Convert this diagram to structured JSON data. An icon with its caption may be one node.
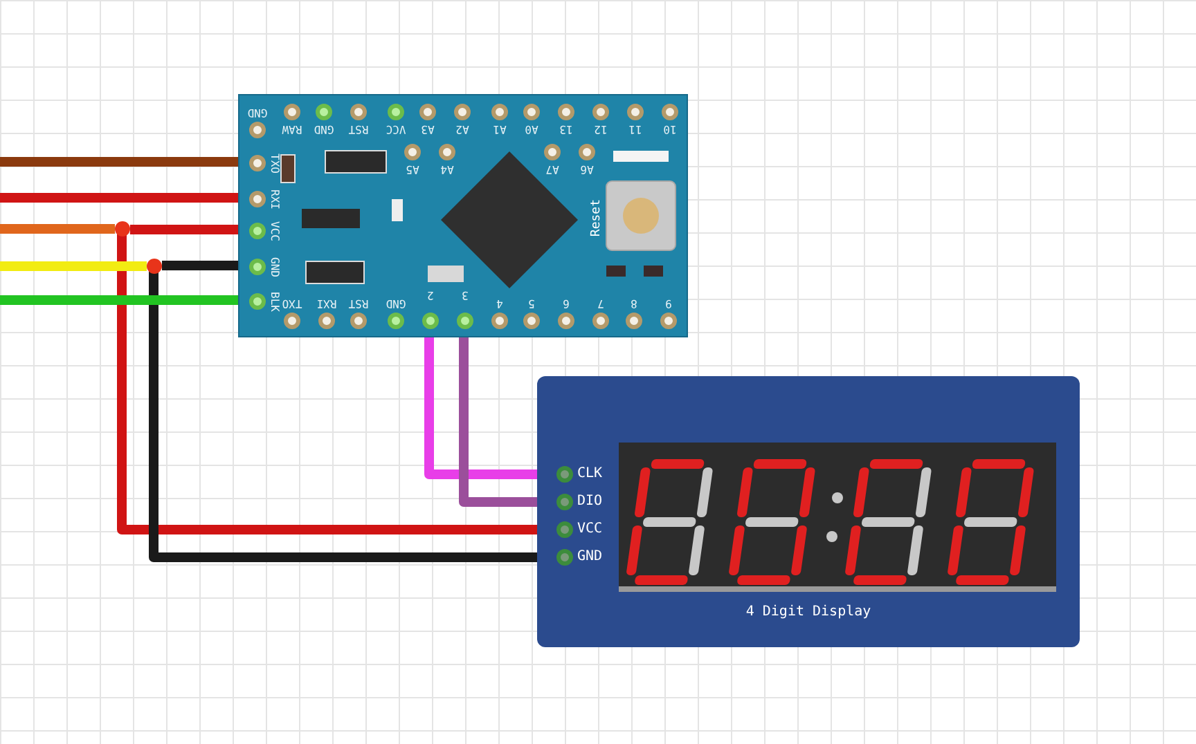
{
  "diagram": {
    "nodes": [
      {
        "text": [],
        "shape": "picture"
      },
      {
        "text": [
          "TXO"
        ],
        "in": 0
      },
      {
        "text": [
          "RXI"
        ],
        "in": 0
      },
      {
        "text": [
          "VCC"
        ],
        "in": 0
      },
      {
        "text": [
          "GND"
        ],
        "in": 0
      },
      {
        "text": [
          "BLK"
        ],
        "in": 0
      },
      {
        "text": [
          "2"
        ],
        "in": 0
      },
      {
        "text": [
          "3"
        ],
        "in": 0
      },
      {
        "text": [
          "4 Digit Display"
        ]
      },
      {
        "text": [
          "CLK"
        ],
        "in": 8
      },
      {
        "text": [
          "DIO"
        ],
        "in": 8
      },
      {
        "text": [
          "VCC"
        ],
        "in": 8
      },
      {
        "text": [
          "GND"
        ],
        "in": 8
      },
      {
        "text": [],
        "shape": "circle"
      },
      {
        "text": [],
        "shape": "circle"
      },
      {
        "text": [
          "GND"
        ],
        "in": 0
      },
      {
        "text": [
          "RAW"
        ],
        "in": 0
      },
      {
        "text": [
          "GND"
        ],
        "in": 0
      },
      {
        "text": [
          "RST"
        ],
        "in": 0
      },
      {
        "text": [
          "VCC"
        ],
        "in": 0
      },
      {
        "text": [
          "A3"
        ],
        "in": 0
      },
      {
        "text": [
          "A2"
        ],
        "in": 0
      },
      {
        "text": [
          "A1"
        ],
        "in": 0
      },
      {
        "text": [
          "A0"
        ],
        "in": 0
      },
      {
        "text": [
          "13"
        ],
        "in": 0
      },
      {
        "text": [
          "12"
        ],
        "in": 0
      },
      {
        "text": [
          "11"
        ],
        "in": 0
      },
      {
        "text": [
          "10"
        ],
        "in": 0
      },
      {
        "text": [
          "A5"
        ],
        "in": 0
      },
      {
        "text": [
          "A4"
        ],
        "in": 0
      },
      {
        "text": [
          "A7"
        ],
        "in": 0
      },
      {
        "text": [
          "A6"
        ],
        "in": 0
      },
      {
        "text": [
          "TXO"
        ],
        "in": 0
      },
      {
        "text": [
          "RXI"
        ],
        "in": 0
      },
      {
        "text": [
          "RST"
        ],
        "in": 0
      },
      {
        "text": [
          "GND"
        ],
        "in": 0
      },
      {
        "text": [
          "4"
        ],
        "in": 0
      },
      {
        "text": [
          "5"
        ],
        "in": 0
      },
      {
        "text": [
          "6"
        ],
        "in": 0
      },
      {
        "text": [
          "7"
        ],
        "in": 0
      },
      {
        "text": [
          "8"
        ],
        "in": 0
      },
      {
        "text": [
          "9"
        ],
        "in": 0
      }
    ],
    "edges": [
      {
        "from": null,
        "to": 1,
        "arrow": "none",
        "color": "#8b3a0e"
      },
      {
        "from": null,
        "to": 2,
        "arrow": "none",
        "color": "#d01414"
      },
      {
        "from": null,
        "to": 13,
        "arrow": "none",
        "color": "#e0661c"
      },
      {
        "from": 13,
        "to": 3,
        "arrow": "none",
        "color": "#d01414"
      },
      {
        "from": 13,
        "to": 11,
        "arrow": "none",
        "color": "#d01414"
      },
      {
        "from": null,
        "to": 14,
        "arrow": "none",
        "color": "#f2ec12"
      },
      {
        "from": 14,
        "to": 4,
        "arrow": "none",
        "color": "#1a1a1a"
      },
      {
        "from": 14,
        "to": 12,
        "arrow": "none",
        "color": "#1a1a1a"
      },
      {
        "from": null,
        "to": 5,
        "arrow": "none",
        "color": "#22c422"
      },
      {
        "from": 6,
        "to": 9,
        "arrow": "none",
        "color": "#e83ee8"
      },
      {
        "from": 7,
        "to": 10,
        "arrow": "none",
        "color": "#9b4f9b"
      }
    ],
    "labels": [
      "Reset"
    ]
  }
}
